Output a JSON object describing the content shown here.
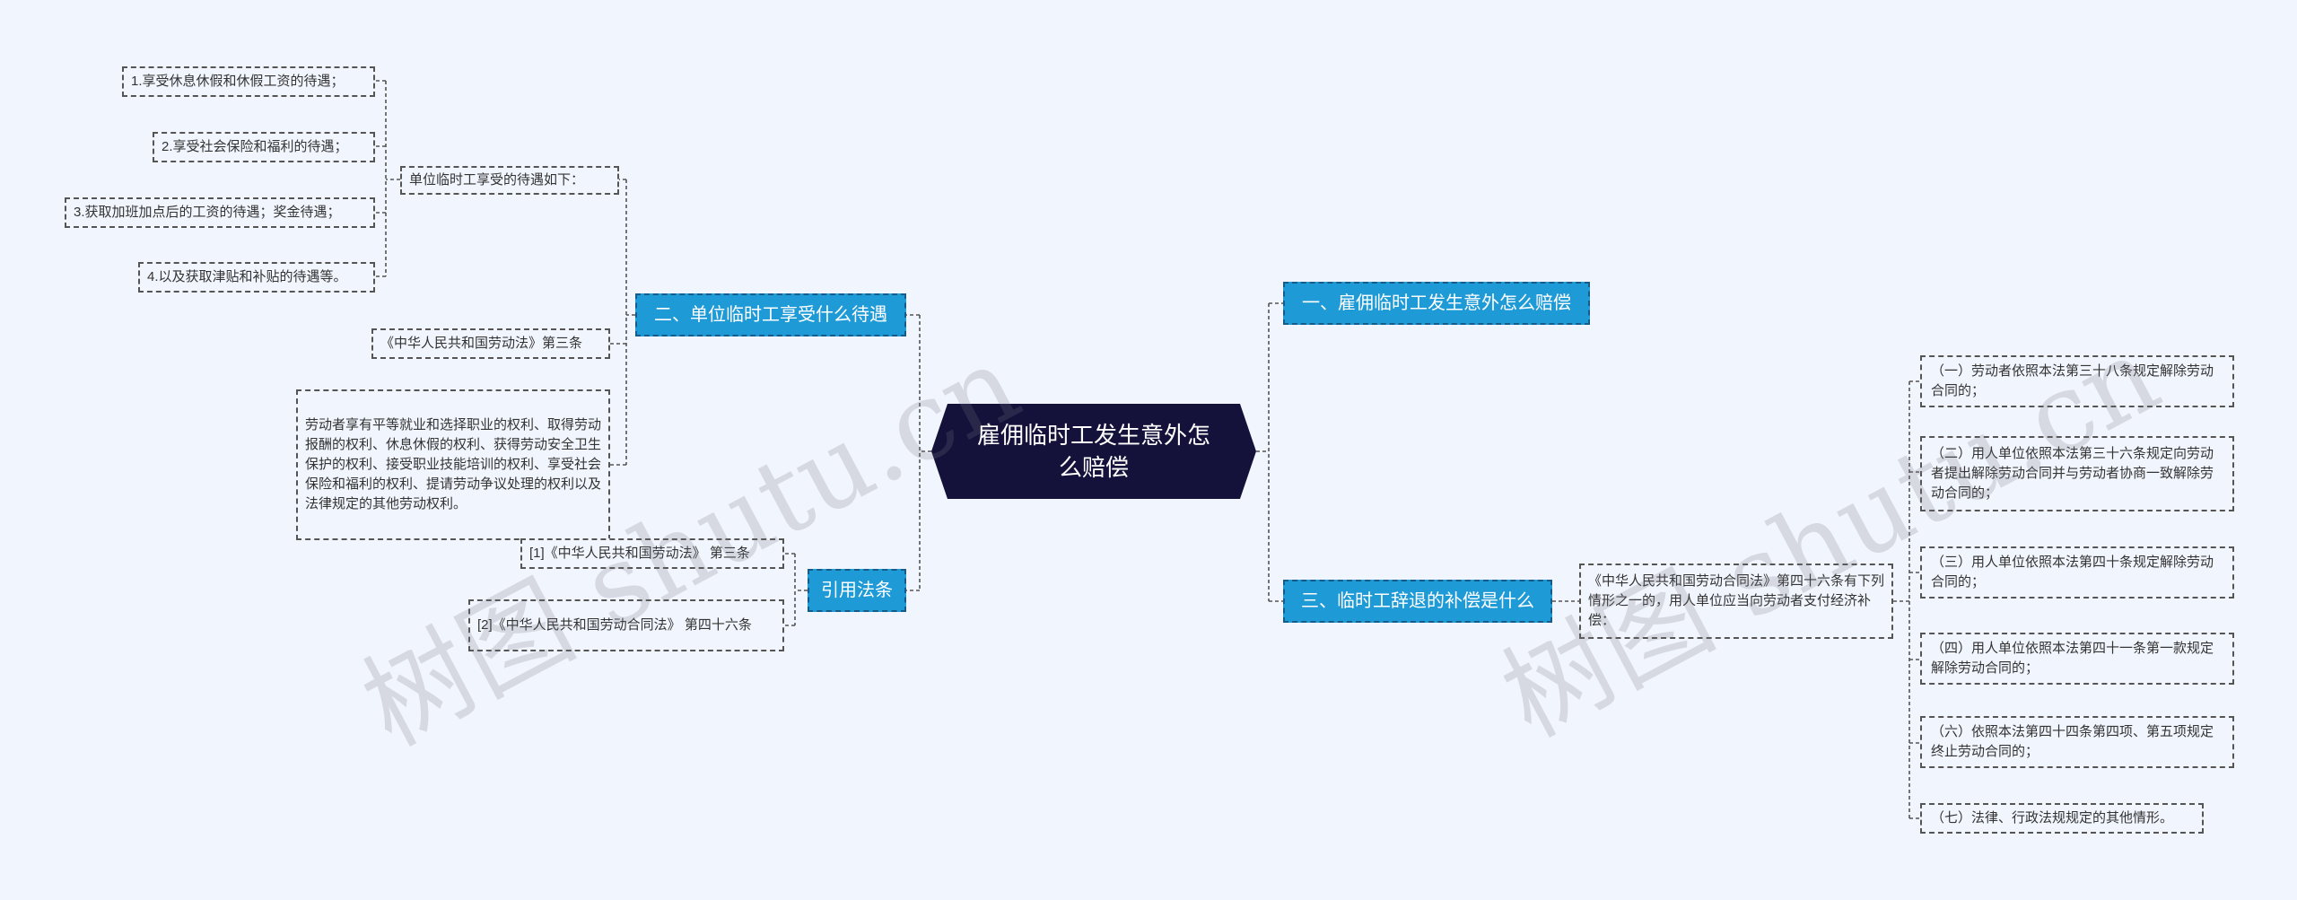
{
  "root": {
    "title": "雇佣临时工发生意外怎么赔偿"
  },
  "branches": {
    "b1": "一、雇佣临时工发生意外怎么赔偿",
    "b2": "二、单位临时工享受什么待遇",
    "b3": "三、临时工辞退的补偿是什么",
    "b4": "引用法条"
  },
  "left": {
    "subhead": "单位临时工享受的待遇如下：",
    "items": [
      "1.享受休息休假和休假工资的待遇；",
      "2.享受社会保险和福利的待遇；",
      "3.获取加班加点后的工资的待遇；奖金待遇；",
      "4.以及获取津贴和补贴的待遇等。"
    ],
    "law_ref": "《中华人民共和国劳动法》第三条",
    "rights_text": "劳动者享有平等就业和选择职业的权利、取得劳动报酬的权利、休息休假的权利、获得劳动安全卫生保护的权利、接受职业技能培训的权利、享受社会保险和福利的权利、提请劳动争议处理的权利以及法律规定的其他劳动权利。",
    "citations": [
      "[1]《中华人民共和国劳动法》 第三条",
      "[2]《中华人民共和国劳动合同法》 第四十六条"
    ]
  },
  "right": {
    "intro": "《中华人民共和国劳动合同法》第四十六条有下列情形之一的，用人单位应当向劳动者支付经济补偿：",
    "items": [
      "（一）劳动者依照本法第三十八条规定解除劳动合同的；",
      "（二）用人单位依照本法第三十六条规定向劳动者提出解除劳动合同并与劳动者协商一致解除劳动合同的；",
      "（三）用人单位依照本法第四十条规定解除劳动合同的；",
      "（四）用人单位依照本法第四十一条第一款规定解除劳动合同的；",
      "（六）依照本法第四十四条第四项、第五项规定终止劳动合同的；",
      "（七）法律、行政法规规定的其他情形。"
    ]
  },
  "watermark": {
    "text1": "树图 shutu.cn",
    "text2": "树图 shutu.cn"
  },
  "colors": {
    "background": "#f1f5fd",
    "root": "#14123a",
    "branch": "#1e9ad6",
    "line": "#555555"
  }
}
